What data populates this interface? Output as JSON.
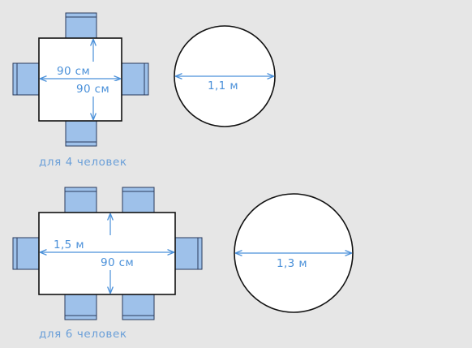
{
  "colors": {
    "background": "#e6e6e6",
    "table_fill": "#ffffff",
    "table_stroke": "#111111",
    "chair_fill": "#9ec1ea",
    "chair_stroke": "#2a3a5c",
    "dimension": "#4a90d9",
    "caption": "#6a9fd8"
  },
  "square_table": {
    "width_label": "90 см",
    "depth_label": "90 см",
    "caption": "для 4 человек"
  },
  "round_table_small": {
    "diameter_label": "1,1 м"
  },
  "rect_table": {
    "length_label": "1,5 м",
    "width_label": "90 см",
    "caption": "для 6 человек"
  },
  "round_table_large": {
    "diameter_label": "1,3 м"
  }
}
